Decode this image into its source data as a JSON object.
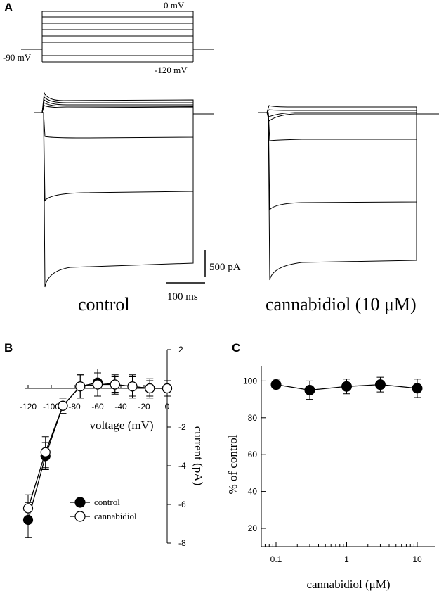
{
  "panel_labels": {
    "a": "A",
    "b": "B",
    "c": "C"
  },
  "protocol": {
    "top_label": "0 mV",
    "holding_label": "-90 mV",
    "bottom_label": "-120 mV"
  },
  "traces": {
    "control_label": "control",
    "cbd_label": "cannabidiol (10 μM)"
  },
  "scalebar": {
    "current_label": "500 pA",
    "time_label": "100 ms"
  },
  "chart_data": [
    {
      "type": "line",
      "xlabel": "voltage (mV)",
      "ylabel": "current (pA)",
      "xlim": [
        -120,
        0
      ],
      "ylim": [
        -8,
        2
      ],
      "x_ticks": [
        -120,
        -100,
        -80,
        -60,
        -40,
        -20,
        0
      ],
      "x_tick_labels": [
        "-120",
        "-100",
        "-80",
        "-60",
        "-40",
        "-20",
        "0"
      ],
      "y_ticks": [
        2,
        -2,
        -4,
        -6,
        -8
      ],
      "y_tick_labels": [
        "2",
        "-2",
        "-4",
        "-6",
        "-8"
      ],
      "legend_position": "lower-left",
      "series": [
        {
          "name": "control",
          "marker": "filled",
          "x": [
            -120,
            -105,
            -90,
            -75,
            -60,
            -45,
            -30,
            -15,
            0
          ],
          "y": [
            -6.8,
            -3.5,
            -0.9,
            0.1,
            0.3,
            0.2,
            0.1,
            0.0,
            0.0
          ],
          "err": [
            0.9,
            0.7,
            0.4,
            0.6,
            0.7,
            0.5,
            0.6,
            0.5,
            0.4
          ]
        },
        {
          "name": "cannabidiol",
          "marker": "open",
          "x": [
            -120,
            -105,
            -90,
            -75,
            -60,
            -45,
            -30,
            -15,
            0
          ],
          "y": [
            -6.2,
            -3.3,
            -0.9,
            0.1,
            0.2,
            0.2,
            0.1,
            0.0,
            0.0
          ],
          "err": [
            0.7,
            0.8,
            0.4,
            0.6,
            0.6,
            0.4,
            0.5,
            0.4,
            0.4
          ]
        }
      ]
    },
    {
      "type": "scatter",
      "xlabel": "cannabidiol (μM)",
      "ylabel": "% of control",
      "x_scale": "log",
      "xlim": [
        0.07,
        14
      ],
      "ylim": [
        10,
        110
      ],
      "x_ticks": [
        0.1,
        1,
        10
      ],
      "x_tick_labels": [
        "0.1",
        "1",
        "10"
      ],
      "y_ticks": [
        20,
        40,
        60,
        80,
        100
      ],
      "y_tick_labels": [
        "20",
        "40",
        "60",
        "80",
        "100"
      ],
      "series": [
        {
          "marker": "filled",
          "x": [
            0.1,
            0.3,
            1,
            3,
            10
          ],
          "y": [
            98,
            95,
            97,
            98,
            96
          ],
          "err": [
            3,
            5,
            4,
            4,
            5
          ]
        }
      ]
    }
  ]
}
